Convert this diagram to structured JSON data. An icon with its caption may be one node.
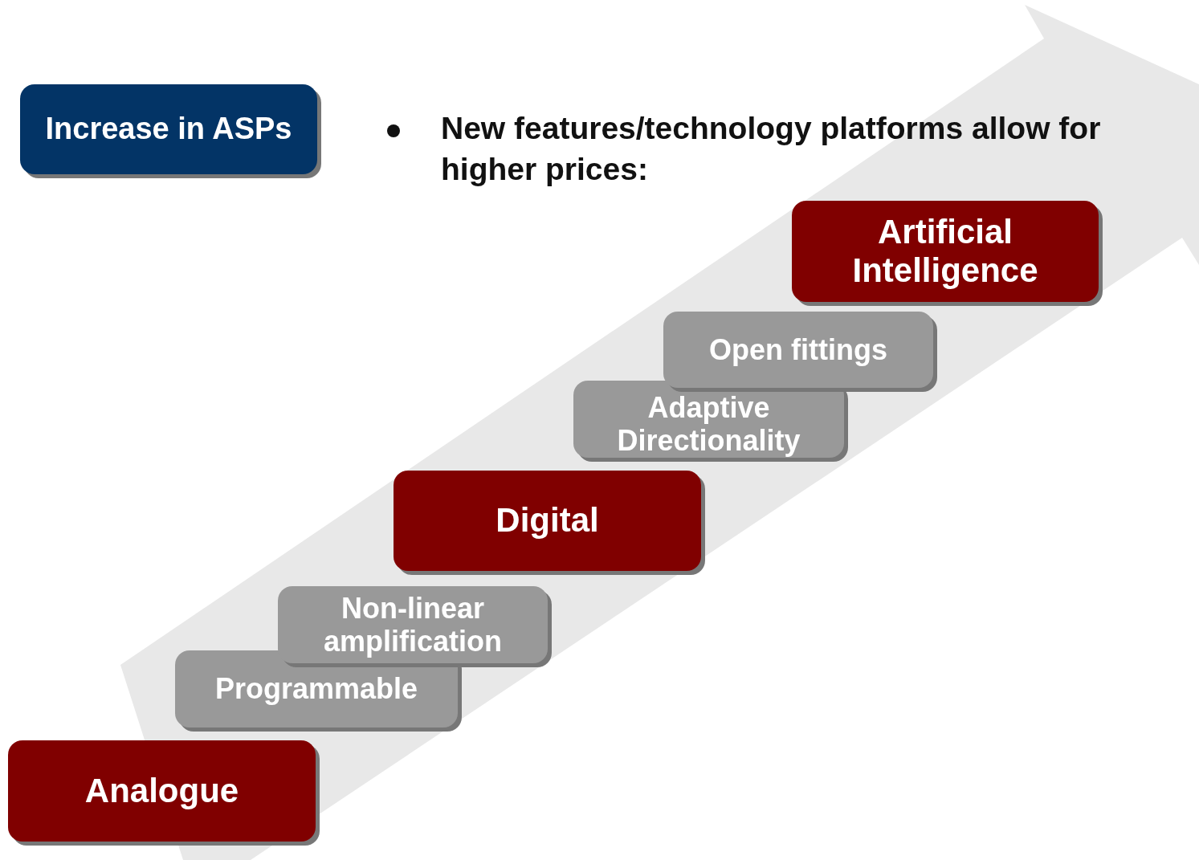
{
  "diagram": {
    "nodes": [
      {
        "text": [
          "Increase in ASPs"
        ]
      },
      {
        "text": [
          "Artificial Intelligence"
        ]
      },
      {
        "text": [
          "Open fittings"
        ]
      },
      {
        "text": [
          "Adaptive Directionality"
        ]
      },
      {
        "text": [
          "Digital"
        ]
      },
      {
        "text": [
          "Non-linear amplification"
        ]
      },
      {
        "text": [
          "Programmable"
        ]
      },
      {
        "text": [
          "Analogue"
        ]
      }
    ],
    "labels": [
      "New features/technology platforms allow for higher prices:"
    ]
  }
}
